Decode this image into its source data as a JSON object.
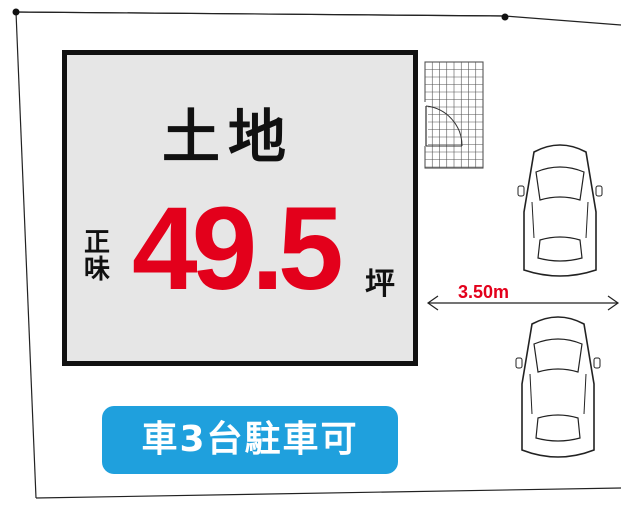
{
  "land": {
    "title": "土地",
    "vertical_label": [
      "正",
      "味"
    ],
    "area_value": "49.5",
    "area_unit": "坪"
  },
  "dimension": {
    "label": "3.50m"
  },
  "parking": {
    "badge_text": "車3台駐車可"
  },
  "colors": {
    "accent_red": "#e3001b",
    "badge_blue": "#1fa0dd",
    "land_gray": "#e6e6e6",
    "outline": "#111111"
  },
  "icons": [
    "car-icon",
    "car-icon",
    "stair-grid-icon",
    "door-swing-icon"
  ]
}
